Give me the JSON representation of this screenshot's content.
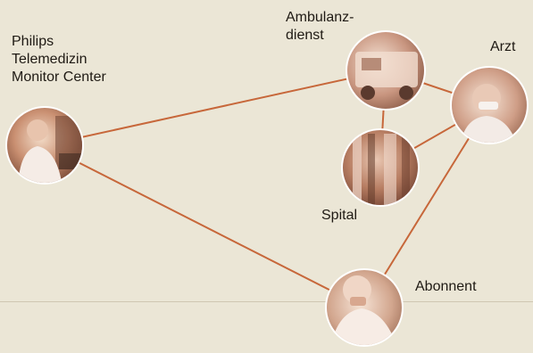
{
  "nodes": [
    {
      "id": "monitor",
      "label": "Philips\nTelemedizin\nMonitor Center"
    },
    {
      "id": "ambulanz",
      "label": "Ambulanz-\ndienst"
    },
    {
      "id": "arzt",
      "label": "Arzt"
    },
    {
      "id": "spital",
      "label": "Spital"
    },
    {
      "id": "abonnent",
      "label": "Abonnent"
    }
  ],
  "edges": [
    [
      "monitor",
      "ambulanz"
    ],
    [
      "monitor",
      "abonnent"
    ],
    [
      "ambulanz",
      "arzt"
    ],
    [
      "ambulanz",
      "spital"
    ],
    [
      "spital",
      "arzt"
    ],
    [
      "arzt",
      "abonnent"
    ]
  ],
  "colors": {
    "connector": "#c7673a",
    "circle_ring": "#ffffff",
    "photo_tint": "#c48a6e",
    "background": "#ebe6d6"
  }
}
